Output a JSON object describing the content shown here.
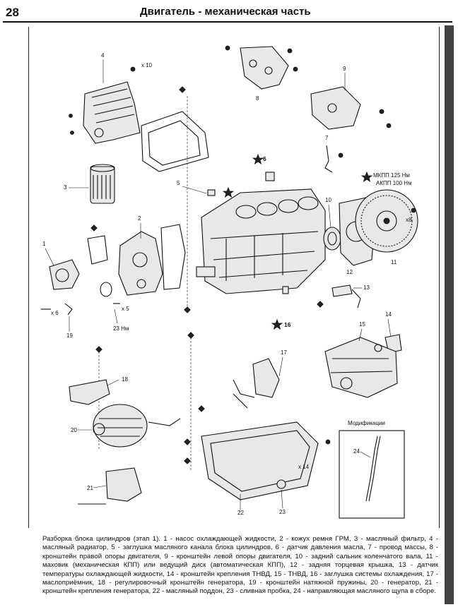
{
  "header": {
    "page_number": "28",
    "title": "Двигатель - механическая часть"
  },
  "diagram": {
    "part_labels": [
      "1",
      "2",
      "3",
      "4",
      "5",
      "6",
      "7",
      "8",
      "9",
      "10",
      "11",
      "12",
      "13",
      "14",
      "15",
      "16",
      "17",
      "18",
      "19",
      "20",
      "21",
      "22",
      "23",
      "24"
    ],
    "torque_notes": {
      "mkpp": "МКПП 125 Нм",
      "akpp": "АКПП 100 Нм",
      "bolt_23": "23 Нм"
    },
    "qty_notes": {
      "x10": "x 10",
      "x8": "x8",
      "x6": "x 6",
      "x5": "x 5",
      "x14": "x 14"
    },
    "modification_title": "Модификации",
    "modification_label": "24",
    "star_labels": {
      "s6": "6",
      "s16": "16"
    }
  },
  "caption": "Разборка блока цилиндров (этап 1). 1 - насос охлаждающей жидкости, 2 - кожух ремня ГРМ, 3 - масляный фильтр, 4 - масляный радиатор, 5 - заглушка масляного канала блока цилиндров, 6 - датчик давления масла, 7 - провод массы, 8 - кронштейн правой опоры двигателя, 9 - кронштейн левой опоры двигателя, 10 - задний сальник коленчатого вала, 11 - маховик (механическая КПП) или ведущий диск (автоматическая КПП), 12 - задняя торцевая крышка, 13 - датчик температуры охлаждающей жидкости, 14 - кронштейн крепления ТНВД, 15 - ТНВД, 16 - заглушка системы охлаждения, 17 - маслоприёмник, 18 - регулировочный кронштейн генератора, 19 - кронштейн натяжной пружины, 20 - генератор, 21 - кронштейн крепления генератора, 22 - масляный поддон, 23 - сливная пробка, 24 - направляющая масляного щупа в сборе."
}
